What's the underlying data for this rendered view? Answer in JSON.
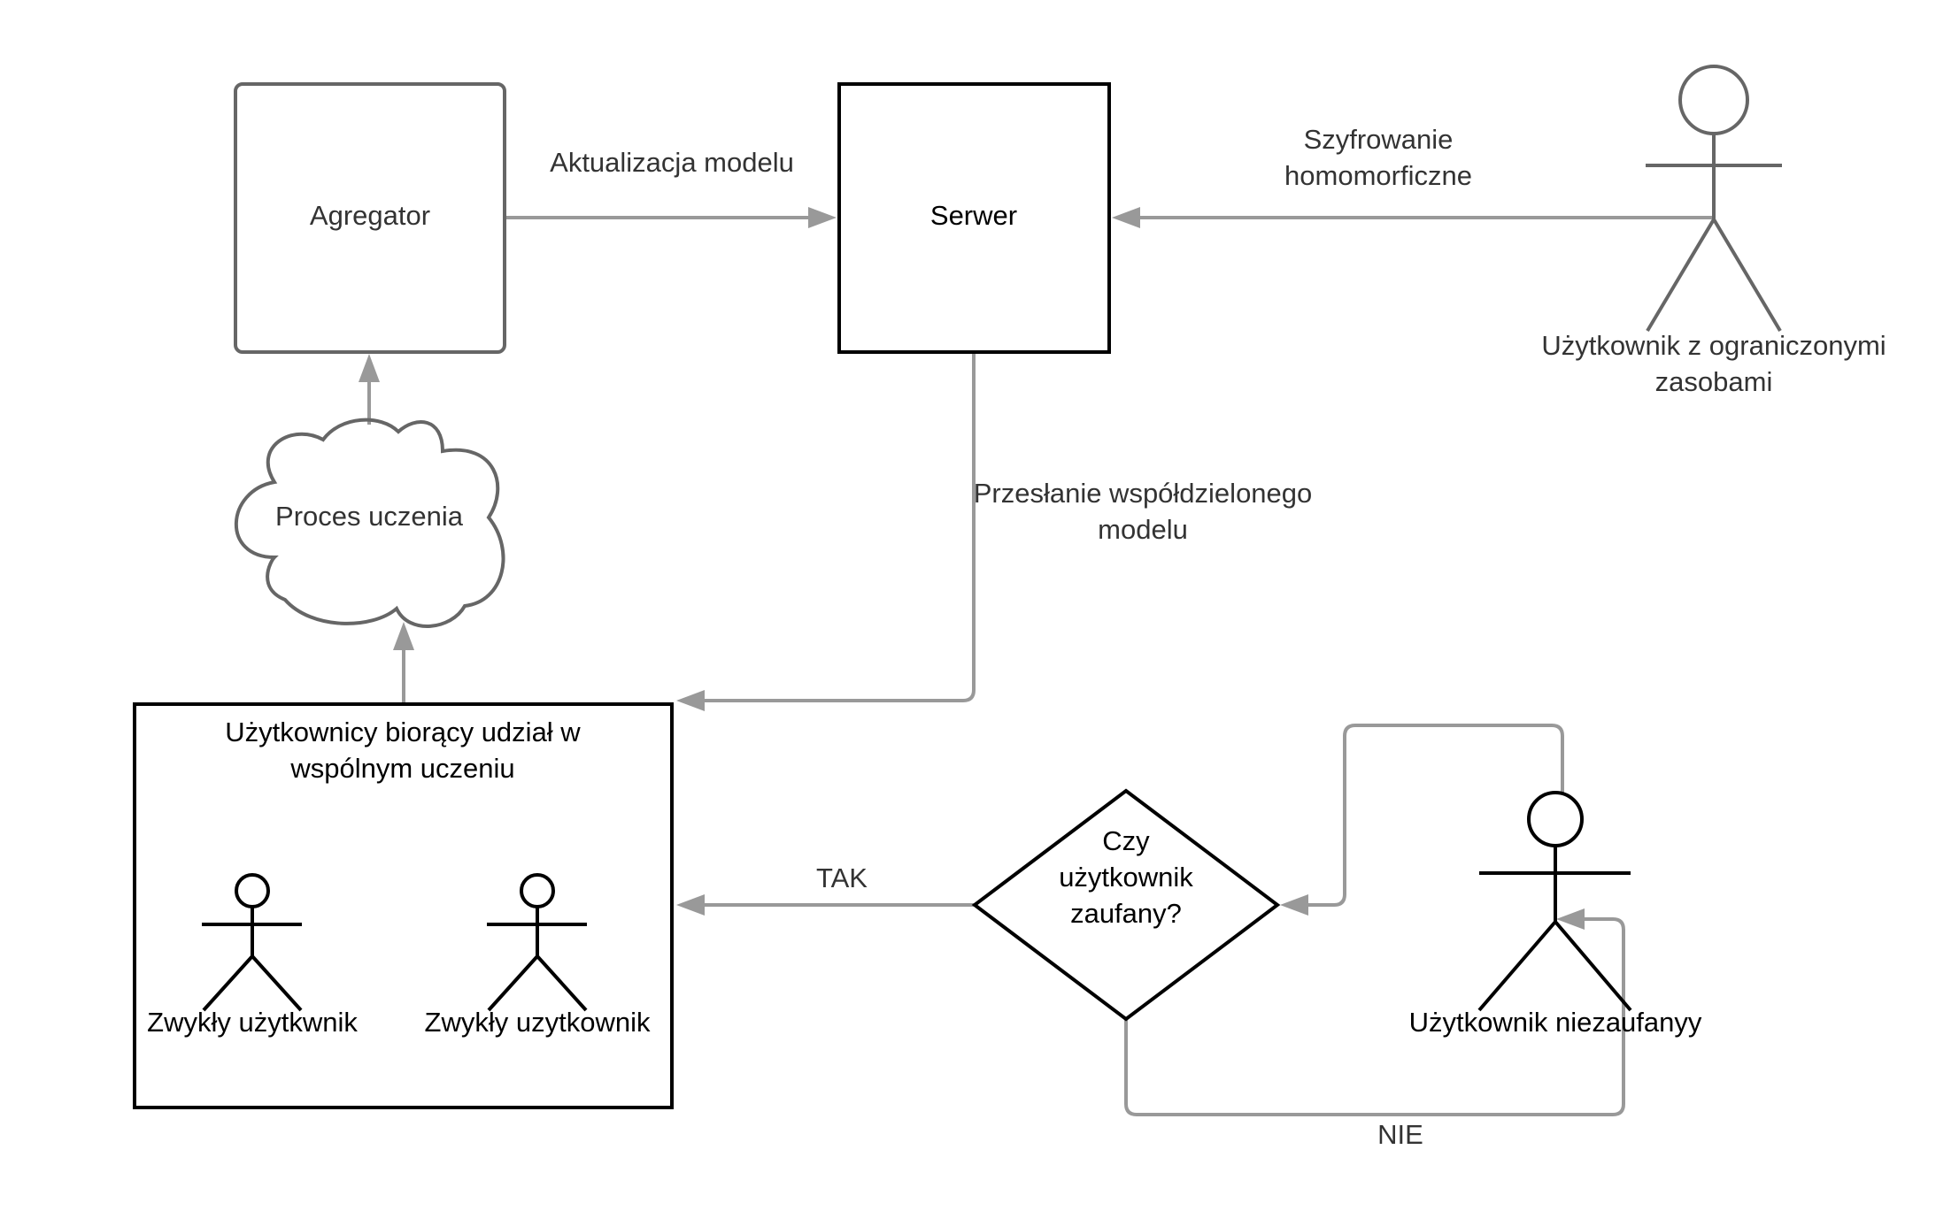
{
  "nodes": {
    "aggregator": "Agregator",
    "server": "Serwer",
    "learning_process": "Proces uczenia",
    "participants_group": [
      "Użytkownicy biorący udział w",
      "wspólnym uczeniu"
    ],
    "regular_user_1": "Zwykły użytkwnik",
    "regular_user_2": "Zwykły uzytkownik",
    "decision": [
      "Czy",
      "użytkownik",
      "zaufany?"
    ],
    "untrusted_user": "Użytkownik niezaufanyy",
    "limited_user": [
      "Użytkownik z ograniczonymi",
      "zasobami"
    ]
  },
  "edges": {
    "model_update": "Aktualizacja modelu",
    "homomorphic_encryption": [
      "Szyfrowanie",
      "homomorficzne"
    ],
    "shared_model_transfer": [
      "Przesłanie współdzielonego",
      "modelu"
    ],
    "yes": "TAK",
    "no": "NIE"
  },
  "colors": {
    "connector": "#999999",
    "shape_gray": "#666666",
    "shape_black": "#000000",
    "text_gray": "#333333"
  }
}
